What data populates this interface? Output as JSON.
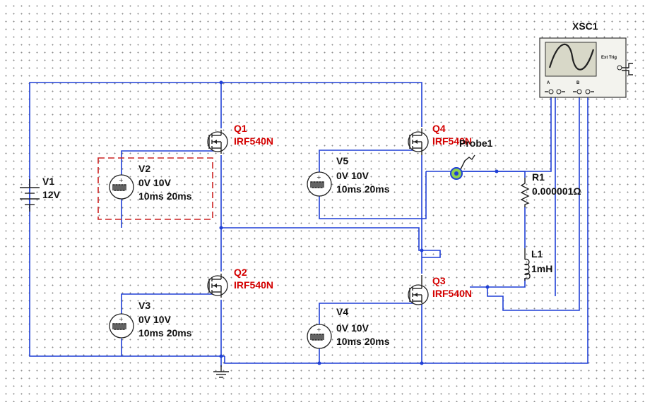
{
  "battery": {
    "name": "V1",
    "value": "12V"
  },
  "mosfets": [
    {
      "name": "Q1",
      "model": "IRF540N"
    },
    {
      "name": "Q2",
      "model": "IRF540N"
    },
    {
      "name": "Q3",
      "model": "IRF540N"
    },
    {
      "name": "Q4",
      "model": "IRF540N"
    }
  ],
  "pulse_sources": [
    {
      "name": "V2",
      "line1": "0V 10V",
      "line2": "10ms 20ms"
    },
    {
      "name": "V3",
      "line1": "0V 10V",
      "line2": "10ms 20ms"
    },
    {
      "name": "V4",
      "line1": "0V 10V",
      "line2": "10ms 20ms"
    },
    {
      "name": "V5",
      "line1": "0V 10V",
      "line2": "10ms 20ms"
    }
  ],
  "resistor": {
    "name": "R1",
    "value": "0.000001Ω"
  },
  "inductor": {
    "name": "L1",
    "value": "1mH"
  },
  "probe": {
    "name": "Probe1"
  },
  "oscilloscope": {
    "name": "XSC1",
    "ext_trig": "Ext Trig",
    "channel_a": "A",
    "channel_b": "B"
  },
  "colors": {
    "wire": "#1f3fd6",
    "label": "#d40000",
    "selection": "#cc2222",
    "scope_screen": "#d8d8c8"
  }
}
